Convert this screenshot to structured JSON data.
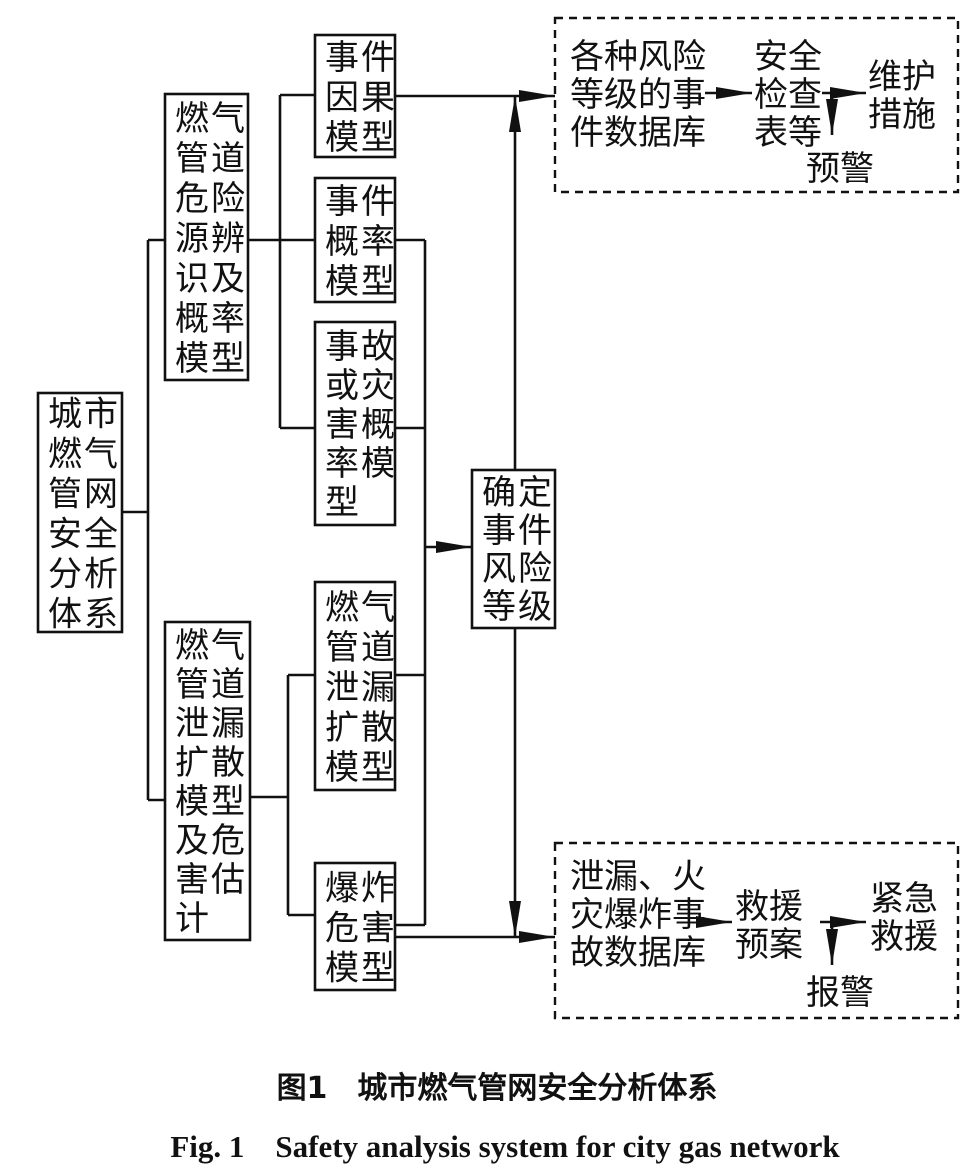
{
  "nodes": {
    "root": {
      "lines": [
        "城市",
        "燃气",
        "管网",
        "安全",
        "分析",
        "体系"
      ]
    },
    "hazard_id": {
      "lines": [
        "燃气",
        "管道",
        "危险",
        "源辨",
        "识及",
        "概率",
        "模型"
      ]
    },
    "leak_diffusion_hazard": {
      "lines": [
        "燃气",
        "管道",
        "泄漏",
        "扩散",
        "模型",
        "及危",
        "害估",
        "计"
      ]
    },
    "event_cause": {
      "lines": [
        "事件",
        "因果",
        "模型"
      ]
    },
    "event_probability": {
      "lines": [
        "事件",
        "概率",
        "模型"
      ]
    },
    "accident_probability": {
      "lines": [
        "事故",
        "或灾",
        "害概",
        "率模",
        "型"
      ]
    },
    "leak_diffusion_model": {
      "lines": [
        "燃气",
        "管道",
        "泄漏",
        "扩散",
        "模型"
      ]
    },
    "explosion_hazard": {
      "lines": [
        "爆炸",
        "危害",
        "模型"
      ]
    },
    "risk_level": {
      "lines": [
        "确定",
        "事件",
        "风险",
        "等级"
      ]
    }
  },
  "top_group": {
    "database": [
      "各种风险",
      "等级的事",
      "件数据库"
    ],
    "checklist": [
      "安全",
      "检查",
      "表等"
    ],
    "maintenance": [
      "维护",
      "措施"
    ],
    "warning": "预警"
  },
  "bottom_group": {
    "database": [
      "泄漏、火",
      "灾爆炸事",
      "故数据库"
    ],
    "rescue_plan": [
      "救援",
      "预案"
    ],
    "emergency": [
      "紧急",
      "救援"
    ],
    "alarm": "报警"
  },
  "caption": {
    "zh": "图1　城市燃气管网安全分析体系",
    "en": "Fig. 1　Safety analysis system for city gas network"
  }
}
